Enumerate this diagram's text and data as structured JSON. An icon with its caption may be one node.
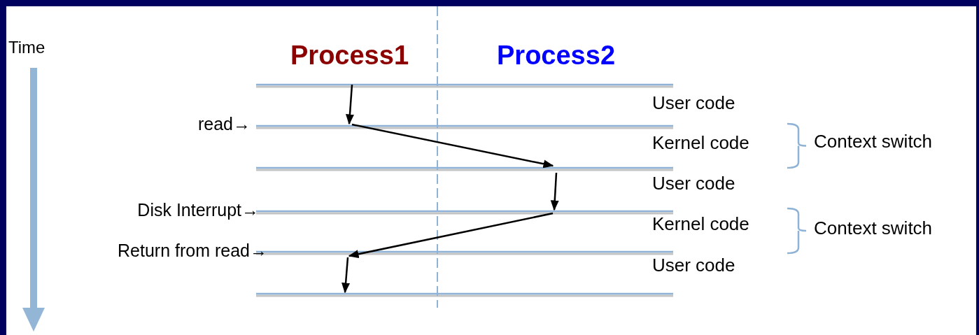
{
  "diagram": {
    "labels": [
      "Time",
      "Process1",
      "Process2",
      "read→",
      "Disk Interrupt→",
      "Return from read→",
      "User code",
      "Kernel code",
      "User code",
      "Kernel code",
      "User code",
      "Context switch",
      "Context switch"
    ]
  }
}
